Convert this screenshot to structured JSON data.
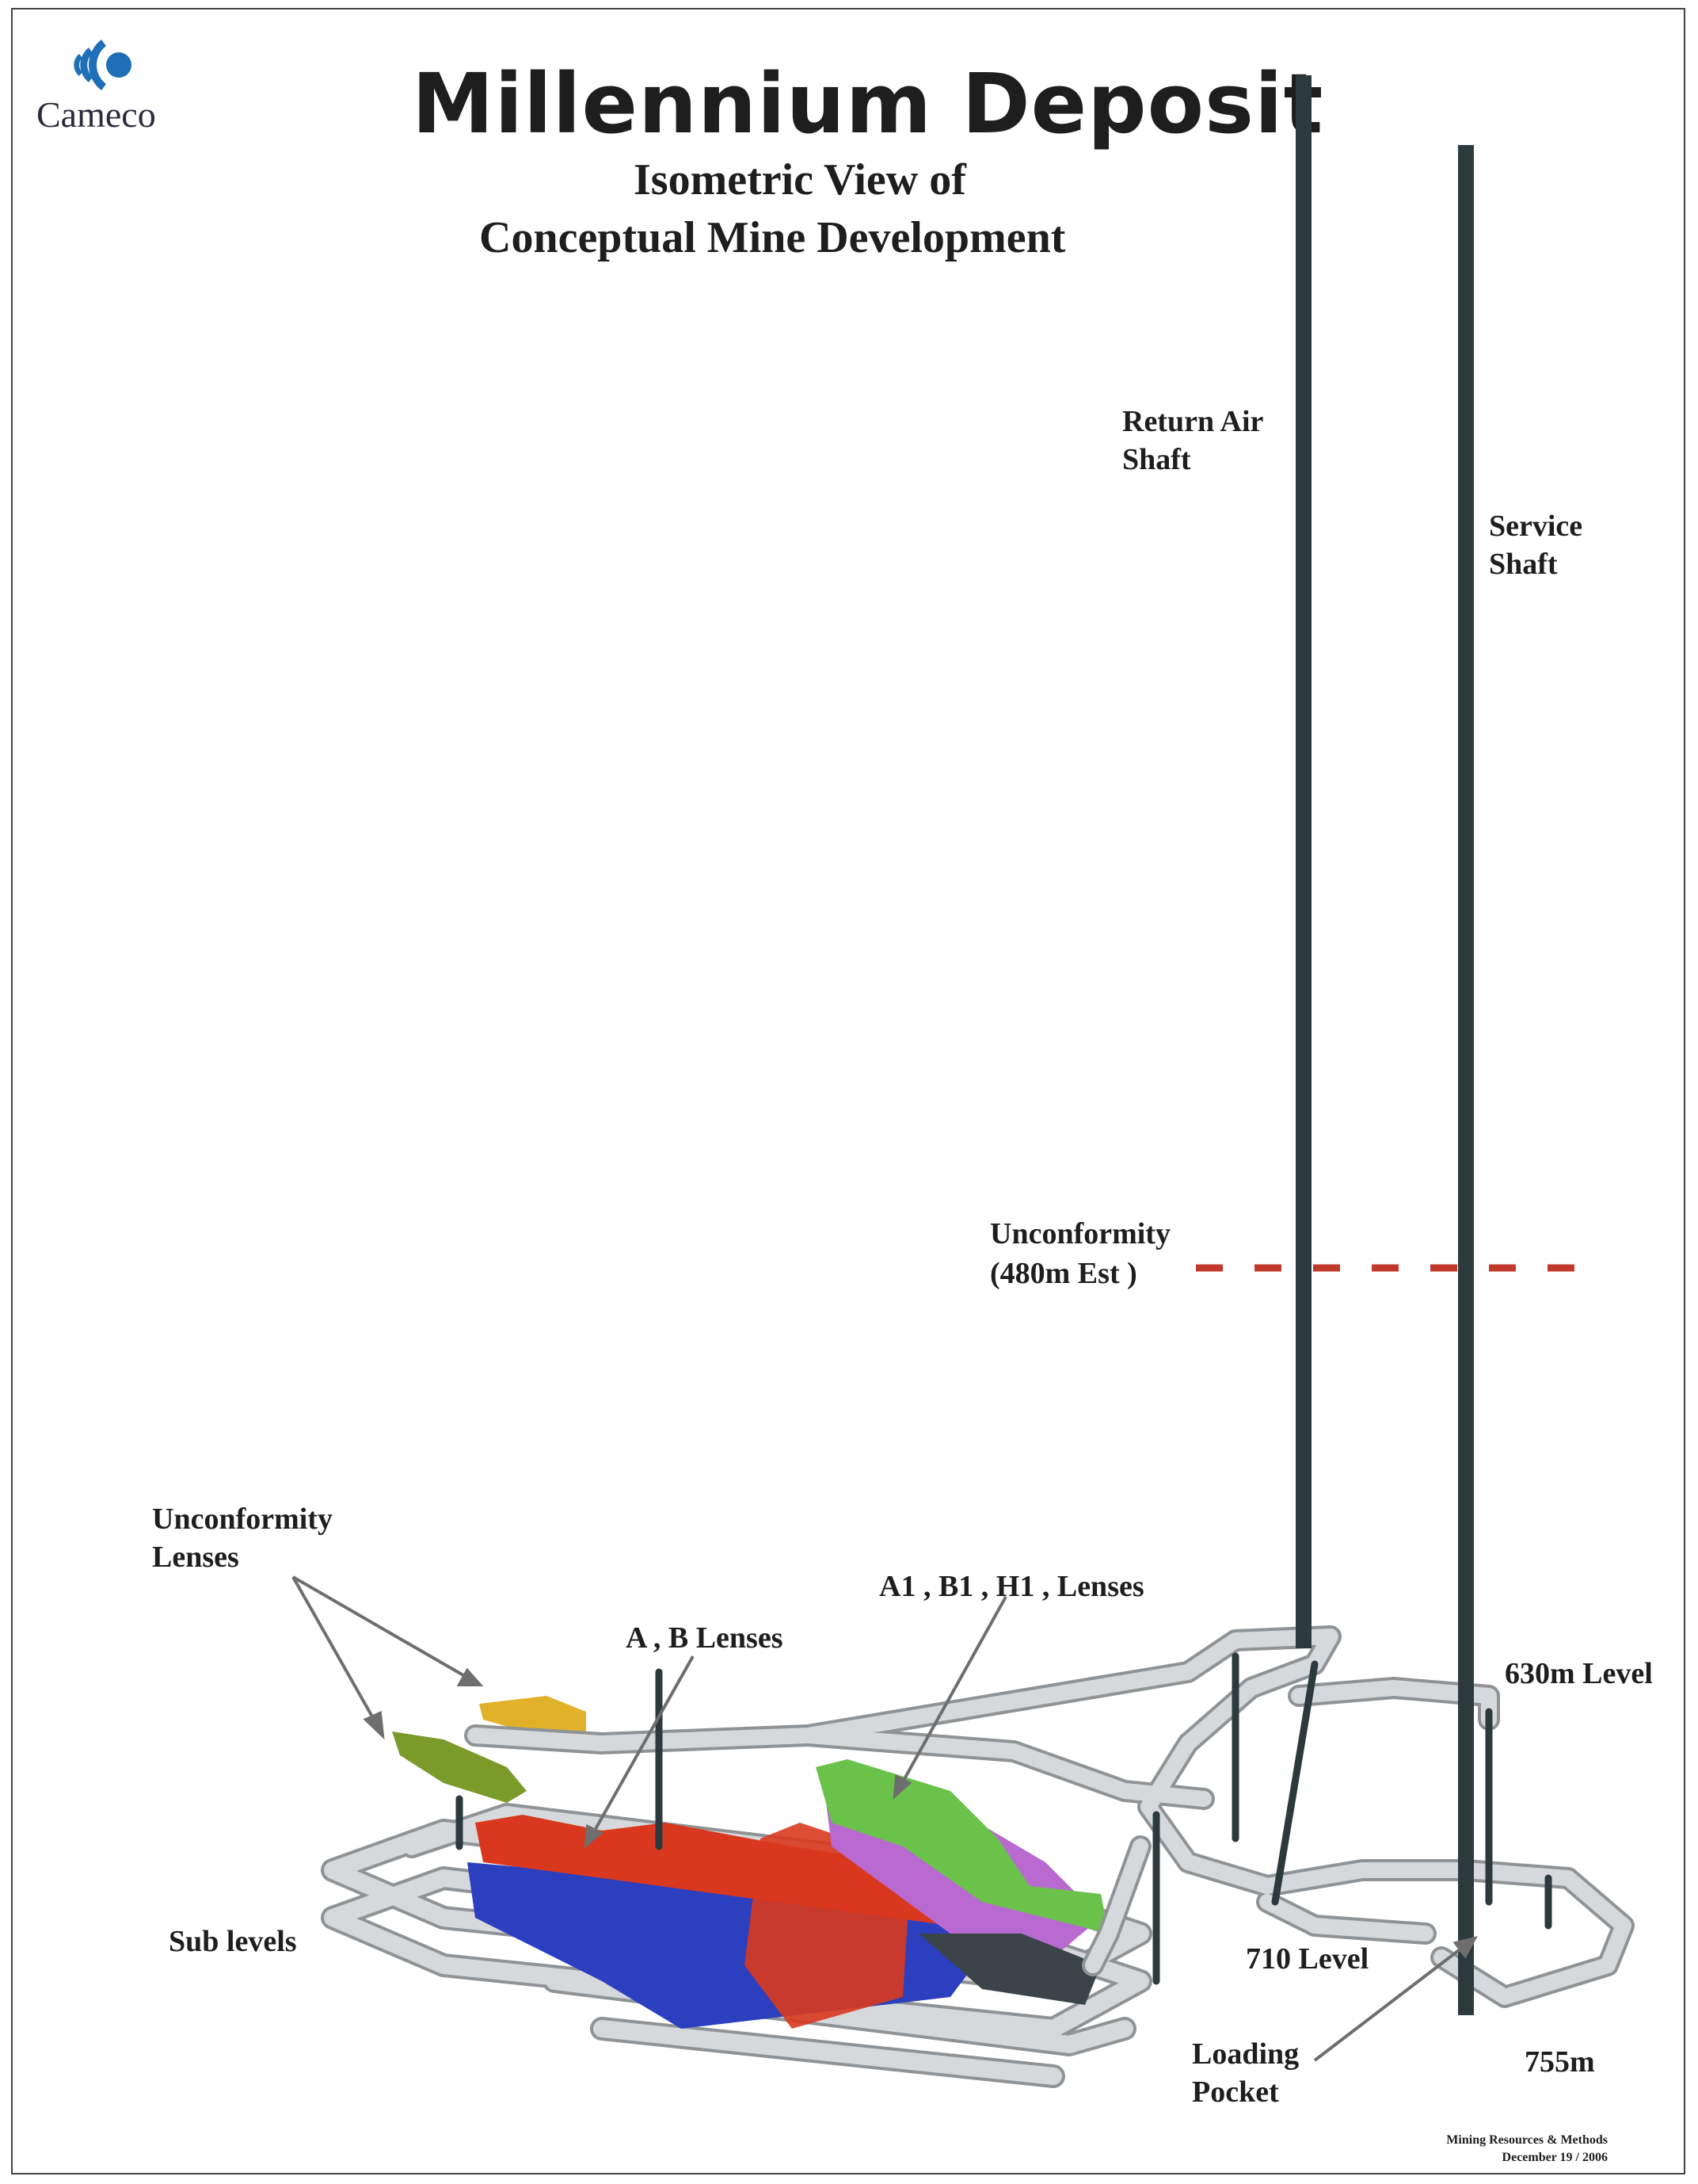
{
  "logo": {
    "text": "Cameco",
    "icon": "cameco-logo-icon",
    "color": "#1e6fb8"
  },
  "title": "Millennium Deposit",
  "subtitle": [
    "Isometric View of",
    "Conceptual Mine Development"
  ],
  "labels": {
    "return_air_shaft": [
      "Return Air",
      "Shaft"
    ],
    "service_shaft": [
      "Service",
      "Shaft"
    ],
    "unconformity": [
      "Unconformity",
      "(480m Est )"
    ],
    "unconformity_lenses": [
      "Unconformity",
      "Lenses"
    ],
    "a_b_lenses": "A , B Lenses",
    "a1_b1_h1_lenses": "A1 , B1 , H1 , Lenses",
    "level_630": "630m Level",
    "sub_levels": "Sub levels",
    "level_710": "710 Level",
    "loading_pocket": [
      "Loading",
      "Pocket"
    ],
    "level_755": "755m"
  },
  "footer": [
    "Mining Resources & Methods",
    "December 19 / 2006"
  ],
  "colors": {
    "shaft": "#2c3a3e",
    "tunnel": "#d6d9dc",
    "tunnel_edge": "#8f9396",
    "unconformity_line": "#c0392b",
    "lens_red": "#d9381e",
    "lens_blue": "#2b3fbf",
    "lens_green": "#6bc24a",
    "lens_purple": "#b86ad0",
    "lens_olive": "#7a9a2a",
    "lens_yellow": "#e2b12a"
  }
}
